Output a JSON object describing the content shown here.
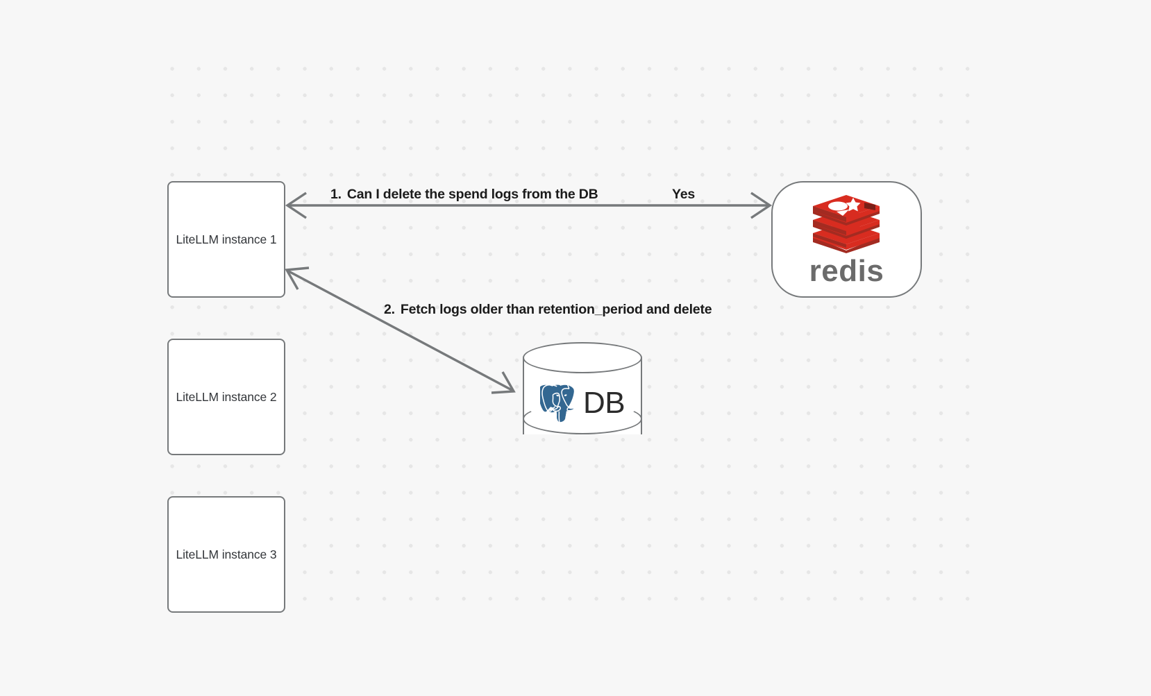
{
  "canvas": {
    "background_color": "#f7f7f7",
    "grid_dot_color": "#e6e6e6",
    "stroke_color": "#76797b"
  },
  "nodes": [
    {
      "id": "litellm-1",
      "label": "LiteLLM instance 1",
      "shape": "rounded-rect"
    },
    {
      "id": "litellm-2",
      "label": "LiteLLM instance 2",
      "shape": "rounded-rect"
    },
    {
      "id": "litellm-3",
      "label": "LiteLLM instance 3",
      "shape": "rounded-rect"
    },
    {
      "id": "redis",
      "label": "redis",
      "shape": "stadium",
      "logo": "redis-logo",
      "brand_color": "#d82c20"
    },
    {
      "id": "postgres-db",
      "label": "DB",
      "shape": "cylinder",
      "logo": "postgresql-elephant-icon",
      "brand_color": "#336791"
    }
  ],
  "edges": [
    {
      "id": "edge-1",
      "from": "litellm-1",
      "to": "redis",
      "direction": "bidirectional",
      "number": "1.",
      "label": "Can I delete the spend logs from the DB",
      "reply_label": "Yes"
    },
    {
      "id": "edge-2",
      "from": "litellm-1",
      "to": "postgres-db",
      "direction": "bidirectional",
      "number": "2.",
      "label": "Fetch logs older than retention_period and delete"
    }
  ],
  "icons": {
    "redis": "redis-stacked-cube-icon",
    "postgres": "postgres-elephant-icon"
  }
}
